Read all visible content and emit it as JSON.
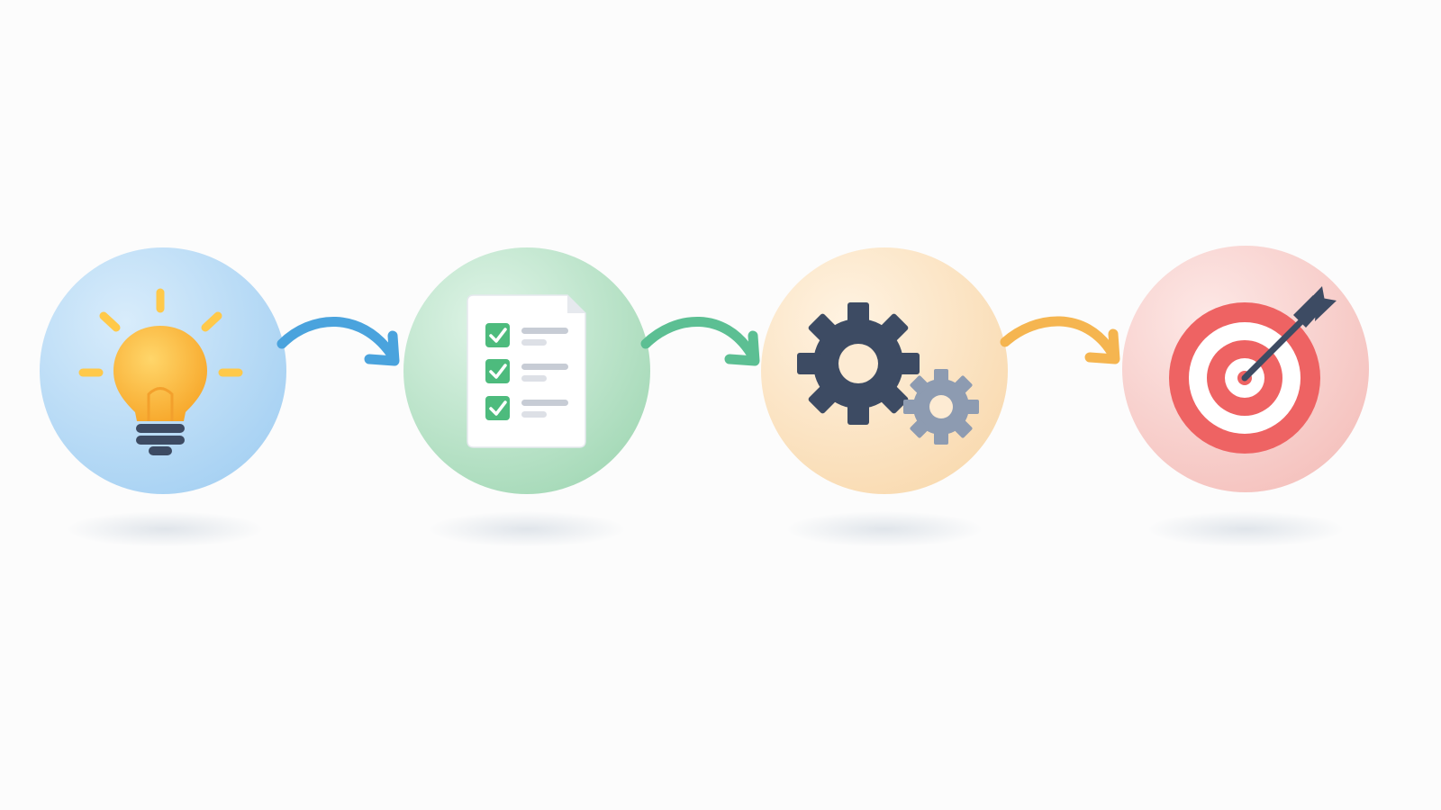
{
  "diagram": {
    "type": "process-flow",
    "steps": [
      {
        "id": "idea",
        "icon": "lightbulb-icon",
        "circle_color": "#c6e3f8",
        "circle_color_deep": "#a9d3f3"
      },
      {
        "id": "plan",
        "icon": "checklist-document-icon",
        "circle_color": "#cfeedd",
        "circle_color_deep": "#a9dbbd"
      },
      {
        "id": "execute",
        "icon": "gears-icon",
        "circle_color": "#fdebd3",
        "circle_color_deep": "#f8dcb8"
      },
      {
        "id": "goal",
        "icon": "target-dart-icon",
        "circle_color": "#fbdcd9",
        "circle_color_deep": "#f6c4c1"
      }
    ],
    "connectors": [
      {
        "from": "idea",
        "to": "plan",
        "icon": "curved-arrow-icon",
        "color": "#4aa3dd"
      },
      {
        "from": "plan",
        "to": "execute",
        "icon": "curved-arrow-icon",
        "color": "#5cbf93"
      },
      {
        "from": "execute",
        "to": "goal",
        "icon": "curved-arrow-icon",
        "color": "#f5b550"
      }
    ],
    "colors": {
      "bulb": "#ffbf3d",
      "bulb_rays": "#ffc94a",
      "dark_navy": "#3d4b63",
      "check_green": "#4dbb7d",
      "gear_light": "#8d9bb1",
      "target_red": "#ee6363"
    }
  }
}
